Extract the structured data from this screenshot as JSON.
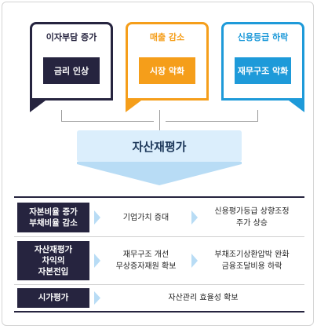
{
  "colors": {
    "navy": "#26243f",
    "orange": "#f59e1a",
    "blue": "#1e9ad9",
    "banner_bg": "#dbeefc",
    "arrow_blue": "#b8dcf5",
    "connector": "#9a9a9a"
  },
  "top_cards": [
    {
      "title": "이자부담 증가",
      "cause": "금리 인상"
    },
    {
      "title": "매출 감소",
      "cause": "시장 악화"
    },
    {
      "title": "신용등급 하락",
      "cause": "재무구조 악화"
    }
  ],
  "banner": {
    "label": "자산재평가"
  },
  "rows": [
    {
      "label_lines": [
        "자본비율 증가",
        "부채비율 감소"
      ],
      "effect": "기업가치 증대",
      "outcome_lines": [
        "신용평가등급 상향조정",
        "주가 상승"
      ]
    },
    {
      "label_lines": [
        "자산재평가",
        "차익의",
        "자본전입"
      ],
      "effect_lines": [
        "재무구조 개선",
        "무상증자재원 확보"
      ],
      "outcome_lines": [
        "부채조기상환압박 완화",
        "금융조달비용 하락"
      ]
    },
    {
      "label_lines": [
        "시가평가"
      ],
      "outcome": "자산관리 효율성 확보"
    }
  ]
}
